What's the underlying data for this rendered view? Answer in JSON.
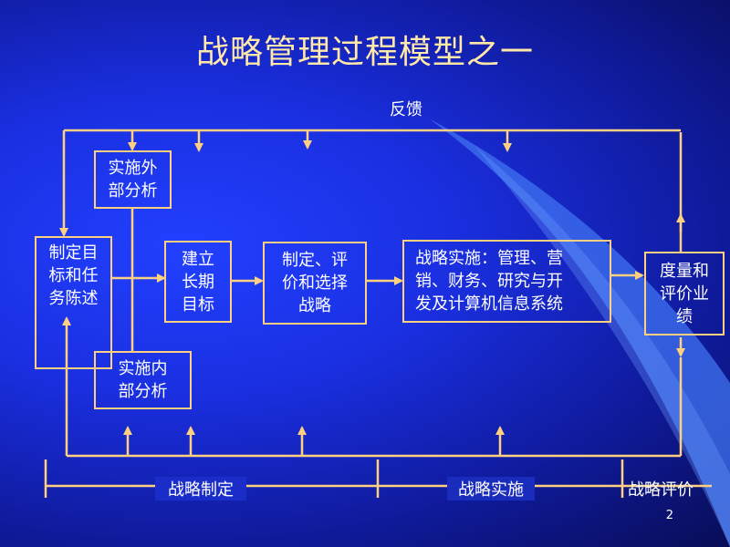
{
  "title": "战略管理过程模型之一",
  "feedback_label": "反馈",
  "boxes": {
    "external": "实施外\n部分析",
    "internal": "实施内\n部分析",
    "mission": "制定目\n标和任\n务陈述",
    "longterm": "建立\n长期\n目标",
    "choose": "制定、评\n价和选择\n战略",
    "implement": "战略实施：管理、营\n销、财务、研究与开\n发及计算机信息系统",
    "evaluate": "度量和\n评价业\n绩"
  },
  "phases": {
    "formulate": "战略制定",
    "implement": "战略实施",
    "evaluate": "战略评价"
  },
  "page_number": "2",
  "colors": {
    "line": "#ffd080",
    "text": "#ffffff",
    "title": "#ffe8a8"
  }
}
